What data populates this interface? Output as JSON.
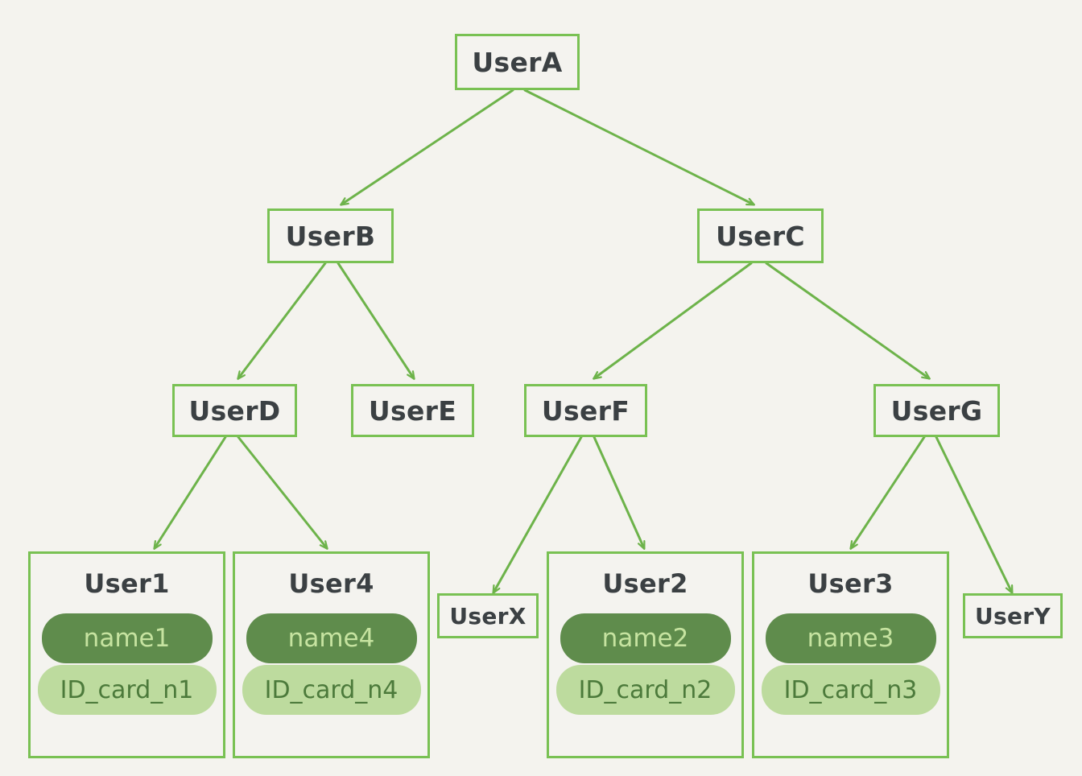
{
  "diagram": {
    "type": "tree-hierarchy",
    "background_color": "#f4f3ee",
    "edge_color": "#6db34a",
    "node_border_color": "#79c153",
    "node_fill_color": "#f4f3ef",
    "node_text_color": "#3b4043",
    "name_pill_color": "#5f8c4c",
    "name_pill_text_color": "#c6e3a0",
    "id_pill_color": "#bddb9e",
    "id_pill_text_color": "#4c7a3b"
  },
  "nodes": {
    "root": {
      "label": "UserA"
    },
    "level2": [
      {
        "label": "UserB"
      },
      {
        "label": "UserC"
      }
    ],
    "level3": [
      {
        "label": "UserD"
      },
      {
        "label": "UserE"
      },
      {
        "label": "UserF"
      },
      {
        "label": "UserG"
      }
    ],
    "leaves": [
      {
        "label": "UserX"
      },
      {
        "label": "UserY"
      }
    ],
    "records": [
      {
        "title": "User1",
        "name": "name1",
        "id_card": "ID_card_n1"
      },
      {
        "title": "User4",
        "name": "name4",
        "id_card": "ID_card_n4"
      },
      {
        "title": "User2",
        "name": "name2",
        "id_card": "ID_card_n2"
      },
      {
        "title": "User3",
        "name": "name3",
        "id_card": "ID_card_n3"
      }
    ]
  },
  "edges": [
    {
      "from": "UserA",
      "to": "UserB"
    },
    {
      "from": "UserA",
      "to": "UserC"
    },
    {
      "from": "UserB",
      "to": "UserD"
    },
    {
      "from": "UserB",
      "to": "UserE"
    },
    {
      "from": "UserC",
      "to": "UserF"
    },
    {
      "from": "UserC",
      "to": "UserG"
    },
    {
      "from": "UserD",
      "to": "User1"
    },
    {
      "from": "UserD",
      "to": "User4"
    },
    {
      "from": "UserF",
      "to": "UserX"
    },
    {
      "from": "UserF",
      "to": "User2"
    },
    {
      "from": "UserG",
      "to": "User3"
    },
    {
      "from": "UserG",
      "to": "UserY"
    }
  ]
}
